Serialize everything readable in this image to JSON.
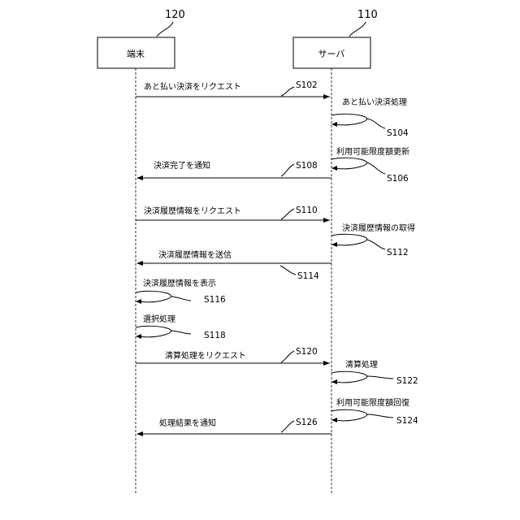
{
  "participants": {
    "terminal": {
      "label": "端末",
      "ref": "120"
    },
    "server": {
      "label": "サーバ",
      "ref": "110"
    }
  },
  "messages": [
    {
      "step": "S102",
      "label": "あと払い決済をリクエスト",
      "from": "terminal",
      "to": "server"
    },
    {
      "step": "S104",
      "label": "あと払い決済処理",
      "from": "server",
      "to": "server"
    },
    {
      "step": "S106",
      "label": "利用可能限度額更新",
      "from": "server",
      "to": "server"
    },
    {
      "step": "S108",
      "label": "決済完了を通知",
      "from": "server",
      "to": "terminal"
    },
    {
      "step": "S110",
      "label": "決済履歴情報をリクエスト",
      "from": "terminal",
      "to": "server"
    },
    {
      "step": "S112",
      "label": "決済履歴情報の取得",
      "from": "server",
      "to": "server"
    },
    {
      "step": "S114",
      "label": "決済履歴情報を送信",
      "from": "server",
      "to": "terminal"
    },
    {
      "step": "S116",
      "label": "決済履歴情報を表示",
      "from": "terminal",
      "to": "terminal"
    },
    {
      "step": "S118",
      "label": "選択処理",
      "from": "terminal",
      "to": "terminal"
    },
    {
      "step": "S120",
      "label": "清算処理をリクエスト",
      "from": "terminal",
      "to": "server"
    },
    {
      "step": "S122",
      "label": "清算処理",
      "from": "server",
      "to": "server"
    },
    {
      "step": "S124",
      "label": "利用可能限度額回復",
      "from": "server",
      "to": "server"
    },
    {
      "step": "S126",
      "label": "処理結果を通知",
      "from": "server",
      "to": "terminal"
    }
  ]
}
